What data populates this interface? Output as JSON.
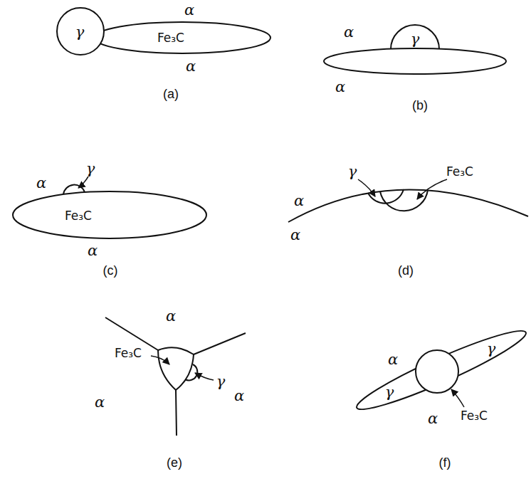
{
  "diagram": {
    "labels": [
      "α",
      "γ",
      "Fe₃C",
      "α",
      "(a)",
      "α",
      "γ",
      "α",
      "(b)",
      "α",
      "γ",
      "Fe₃C",
      "α",
      "(c)",
      "α",
      "γ",
      "Fe₃C",
      "α",
      "(d)",
      "α",
      "Fe₃C",
      "α",
      "γ",
      "α",
      "(e)",
      "α",
      "γ",
      "γ",
      "Fe₃C",
      "α",
      "(f)"
    ]
  }
}
